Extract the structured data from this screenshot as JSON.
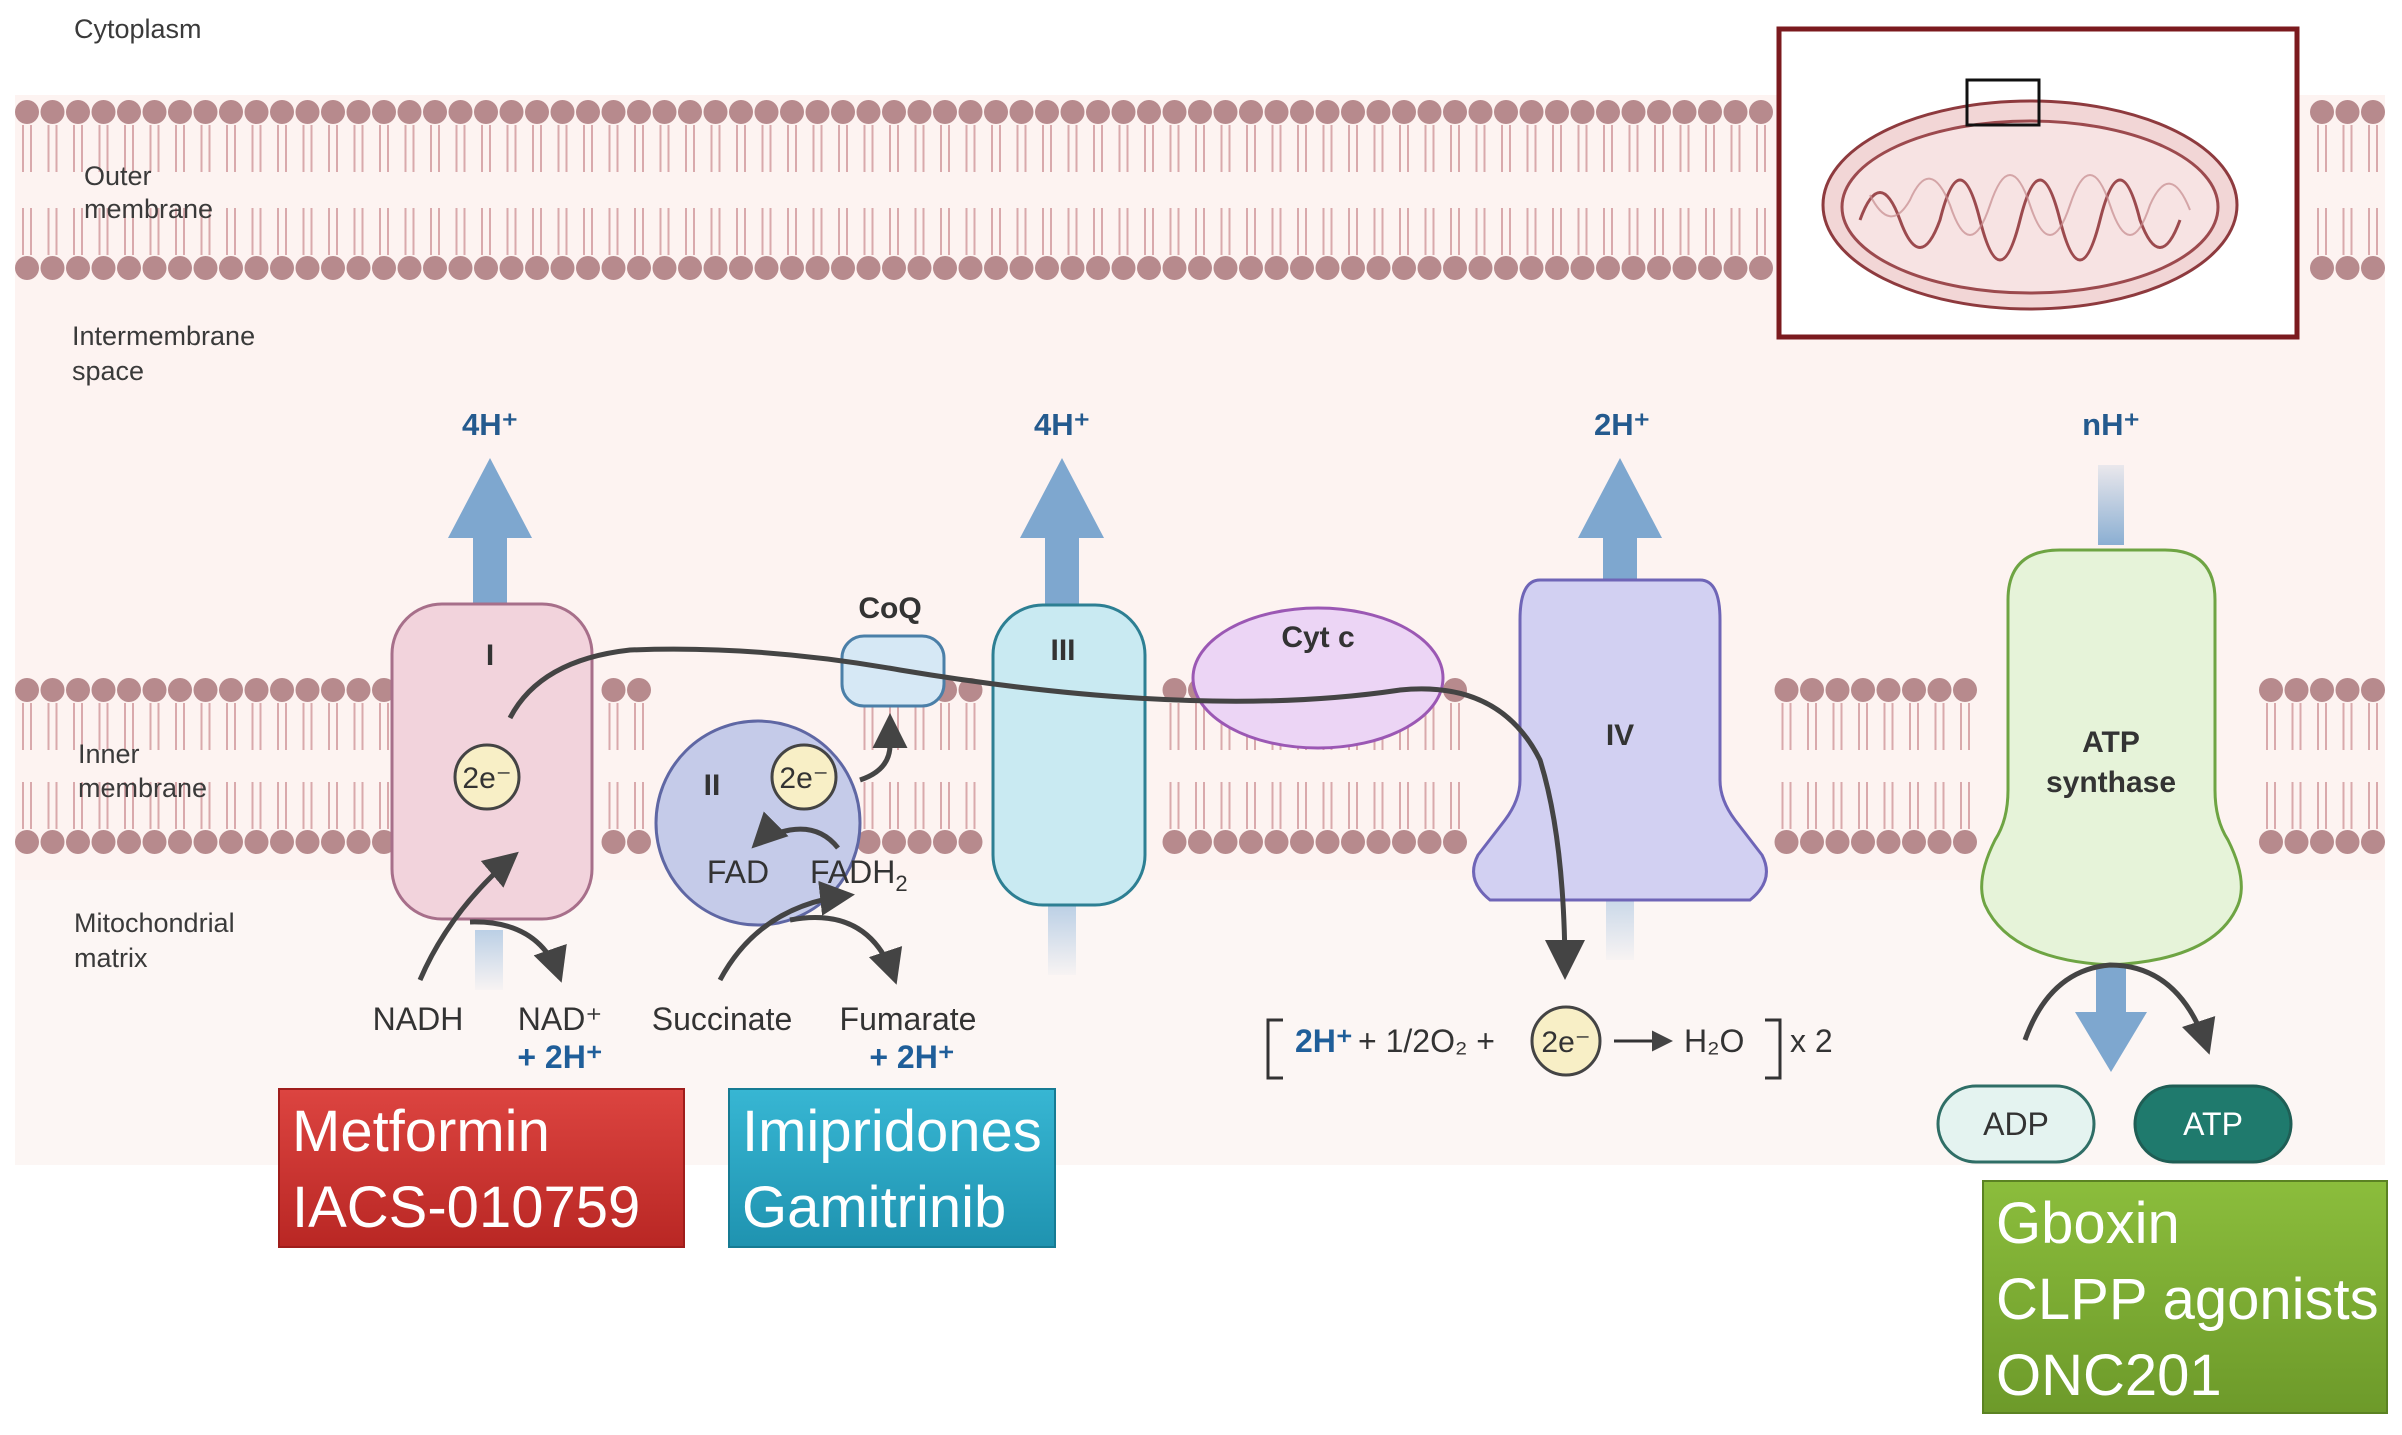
{
  "regions": {
    "cytoplasm": "Cytoplasm",
    "outer_membrane": [
      "Outer",
      "membrane"
    ],
    "intermembrane_space": [
      "Intermembrane",
      "space"
    ],
    "inner_membrane": [
      "Inner",
      "membrane"
    ],
    "matrix": [
      "Mitochondrial",
      "matrix"
    ]
  },
  "proton_pumps": {
    "complex_I": "4H⁺",
    "complex_III": "4H⁺",
    "complex_IV": "2H⁺",
    "atp_synthase": "nH⁺"
  },
  "complexes": {
    "I": "I",
    "II": "II",
    "III": "III",
    "IV": "IV",
    "coq": "CoQ",
    "cytc": "Cyt c",
    "atp_synthase": [
      "ATP",
      "synthase"
    ]
  },
  "electrons": "2e⁻",
  "complex_II_labels": {
    "fad": "FAD",
    "fadh2_main": "FADH",
    "fadh2_sub": "2"
  },
  "substrates": {
    "nadh": "NADH",
    "nad_plus": "NAD⁺",
    "nad_h": "+ 2H⁺",
    "succinate": "Succinate",
    "fumarate": "Fumarate",
    "fumarate_h": "+ 2H⁺"
  },
  "water_reaction": {
    "h": "2H⁺",
    "o2": "+ 1/2O₂ +",
    "electrons": "2e⁻",
    "product": "H₂O",
    "multiplier": "x 2"
  },
  "atp": {
    "adp": "ADP",
    "atp": "ATP"
  },
  "drugs": {
    "complex_I": [
      "Metformin",
      "IACS-010759"
    ],
    "complex_II": [
      "Imipridones",
      "Gamitrinib"
    ],
    "atp_synthase": [
      "Gboxin",
      "CLPP agonists",
      "ONC201"
    ]
  },
  "colors": {
    "membrane_head": "#b78a8d",
    "complex_I": "#f2d3dc",
    "complex_II": "#c5cbe9",
    "complex_III": "#c9eaf2",
    "cytc": "#ecd5f5",
    "complex_IV": "#d2d0f2",
    "atp_synthase": "#e6f3d9",
    "proton_arrow": "#7ea7cf",
    "drug_red": "#cf3532",
    "drug_teal": "#2ba6c3",
    "drug_green": "#7caa33"
  }
}
